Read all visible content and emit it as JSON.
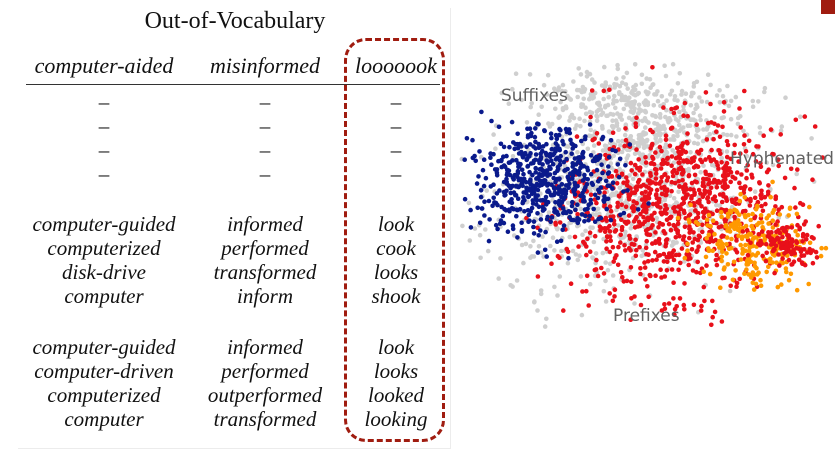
{
  "table": {
    "title": "Out-of-Vocabulary",
    "columns": [
      "computer-aided",
      "misinformed",
      "looooook"
    ],
    "dash": "–",
    "group2": [
      [
        "computer-guided",
        "informed",
        "look"
      ],
      [
        "computerized",
        "performed",
        "cook"
      ],
      [
        "disk-drive",
        "transformed",
        "looks"
      ],
      [
        "computer",
        "inform",
        "shook"
      ]
    ],
    "group3": [
      [
        "computer-guided",
        "informed",
        "look"
      ],
      [
        "computer-driven",
        "performed",
        "looks"
      ],
      [
        "computerized",
        "outperformed",
        "looked"
      ],
      [
        "computer",
        "transformed",
        "looking"
      ]
    ]
  },
  "scatter": {
    "labels": {
      "suffixes": "Suffixes",
      "hyphenated": "Hyphenated",
      "prefixes": "Prefixes"
    },
    "colors": {
      "suffixes": "#0a1a8c",
      "prefixes": "#e8101a",
      "hyphenated": "#ff9900",
      "other": "#cfcfcf"
    }
  },
  "accent_color": "#a01c10"
}
